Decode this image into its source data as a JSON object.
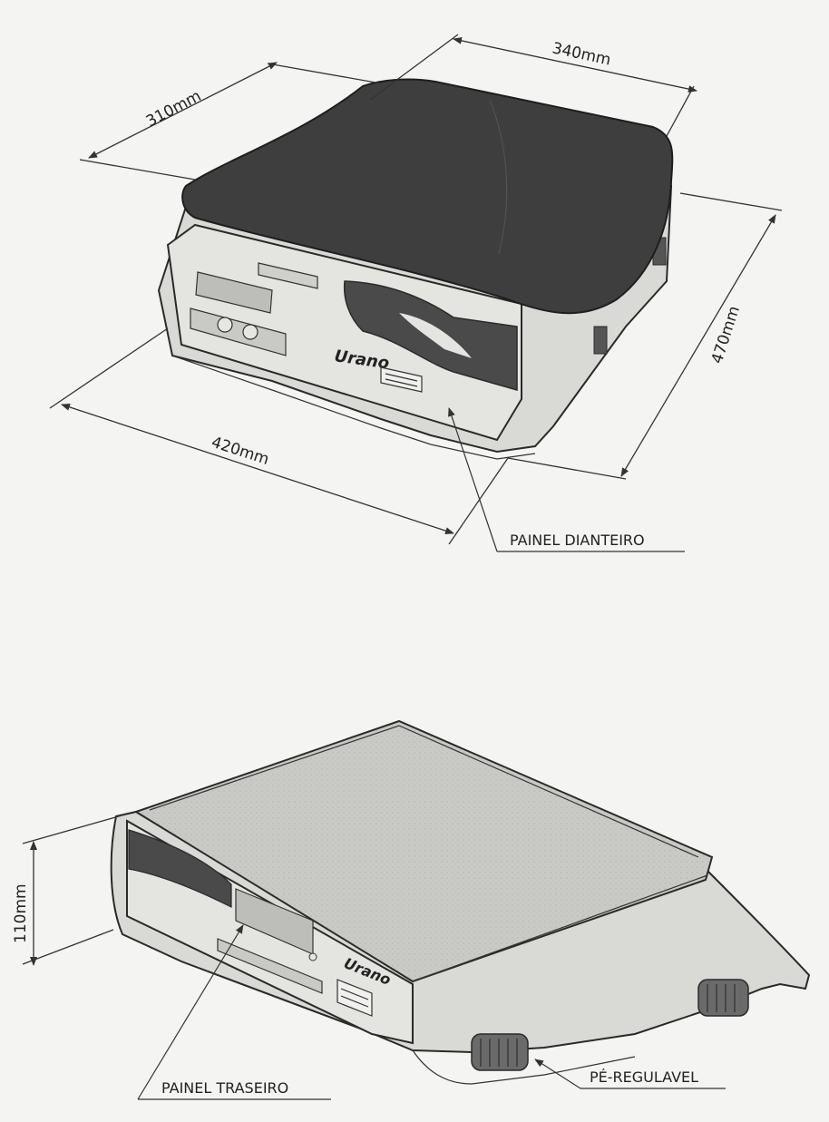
{
  "dimensions": {
    "depth_top": "310mm",
    "width_top": "340mm",
    "width_front": "420mm",
    "depth_side": "470mm",
    "height": "110mm"
  },
  "labels": {
    "front_panel": "PAINEL DIANTEIRO",
    "rear_panel": "PAINEL TRASEIRO",
    "adjustable_foot": "PÉ-REGULAVEL"
  },
  "brand": {
    "logo_text": "Urano"
  },
  "colors": {
    "platter_dark": "#3e3e3e",
    "body": "#d9d9d6",
    "steel_tray": "#c6c6c2",
    "line": "#2a2a2a"
  }
}
